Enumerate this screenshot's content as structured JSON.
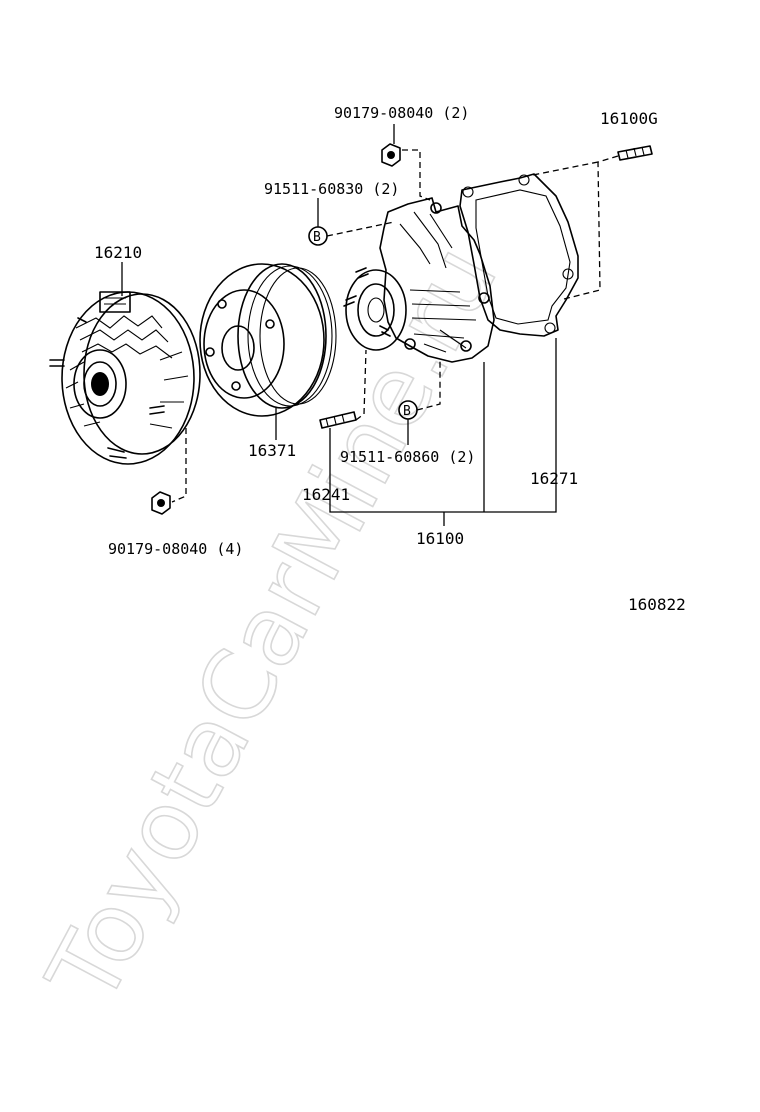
{
  "watermark": "ToyotaCarMine.ru",
  "diagram_id": "160822",
  "parts": {
    "fan_clutch": "16210",
    "fan_clutch_nut": "90179-08040 (4)",
    "pulley": "16371",
    "stud": "16241",
    "pump_assy": "16100",
    "gasket": "16271",
    "stud_g": "16100G",
    "pump_nut": "90179-08040 (2)",
    "bolt_upper": "91511-60830 (2)",
    "bolt_lower": "91511-60860 (2)"
  },
  "callouts": {
    "upper": "B",
    "lower": "B"
  }
}
